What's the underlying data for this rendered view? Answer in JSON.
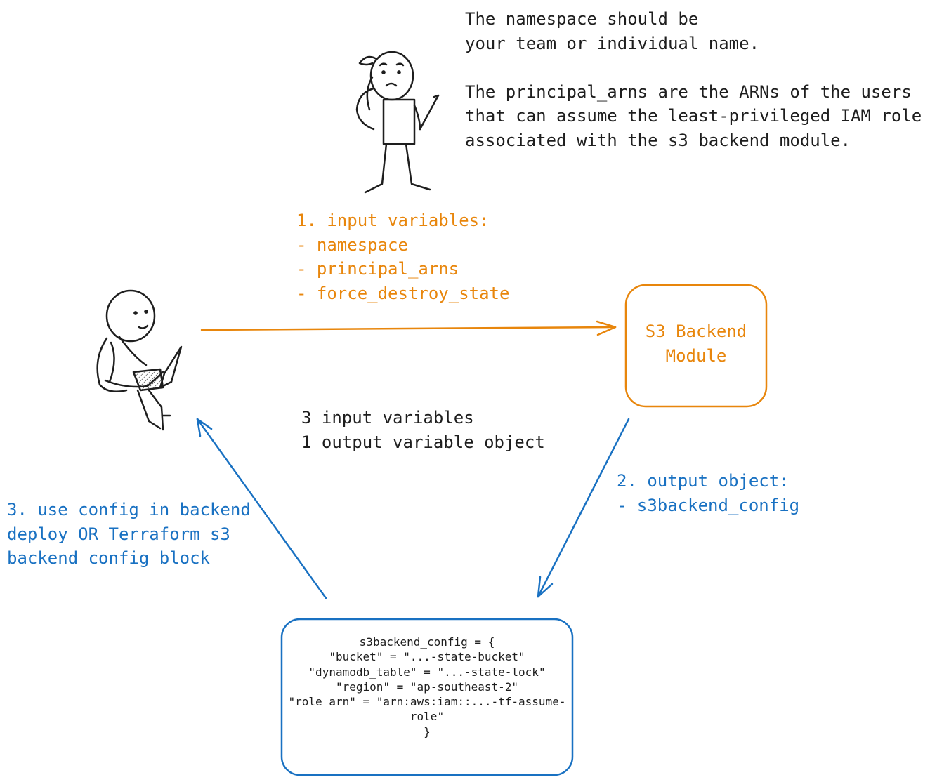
{
  "colors": {
    "ink": "#1e1e1e",
    "orange": "#e8860c",
    "blue": "#1971c2",
    "background": "#ffffff"
  },
  "icons": {
    "confused_person": "confused-person-icon",
    "laptop_person": "person-with-laptop-icon"
  },
  "note": {
    "text": "The namespace should be\nyour team or individual name.\n\nThe principal_arns are the ARNs of the users\nthat can assume the least-privileged IAM role\nassociated with the s3 backend module."
  },
  "step1": {
    "text": "1. input variables:\n- namespace\n- principal_arns\n- force_destroy_state"
  },
  "summary": {
    "text": "3 input variables\n1 output variable object"
  },
  "module_box": {
    "label": "S3 Backend\nModule"
  },
  "step2": {
    "text": "2. output object:\n- s3backend_config"
  },
  "step3": {
    "text": "3. use config in backend\ndeploy OR Terraform s3\nbackend config block"
  },
  "config_box": {
    "text": "s3backend_config = {\n\"bucket\" = \"...-state-bucket\"\n\"dynamodb_table\" = \"...-state-lock\"\n\"region\" = \"ap-southeast-2\"\n\"role_arn\" = \"arn:aws:iam::...-tf-assume-role\"\n}"
  }
}
